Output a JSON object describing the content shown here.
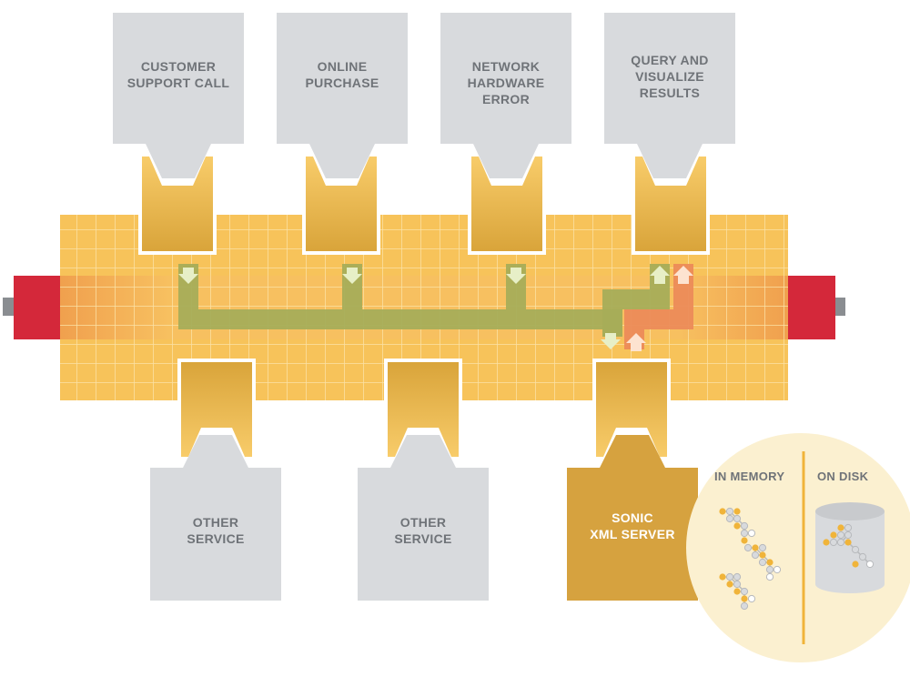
{
  "top_services": [
    {
      "label": "CUSTOMER\nSUPPORT CALL"
    },
    {
      "label": "ONLINE\nPURCHASE"
    },
    {
      "label": "NETWORK\nHARDWARE\nERROR"
    },
    {
      "label": "QUERY AND\nVISUALIZE\nRESULTS"
    }
  ],
  "bottom_services": [
    {
      "label": "OTHER\nSERVICE"
    },
    {
      "label": "OTHER\nSERVICE"
    },
    {
      "label": "SONIC\nXML SERVER"
    }
  ],
  "storage": {
    "in_memory_label": "IN MEMORY",
    "on_disk_label": "ON DISK"
  },
  "colors": {
    "bus_grid": "#f7c35a",
    "bus_core": "#f3a85a",
    "bus_end_cap": "#d4283a",
    "service_box": "#d8dadd",
    "adapter": "#e8b440",
    "event_path": "#a7ad58",
    "query_path": "#ec8b59",
    "xml_server": "#d6a23f",
    "storage_circle": "#fbf0d0"
  }
}
